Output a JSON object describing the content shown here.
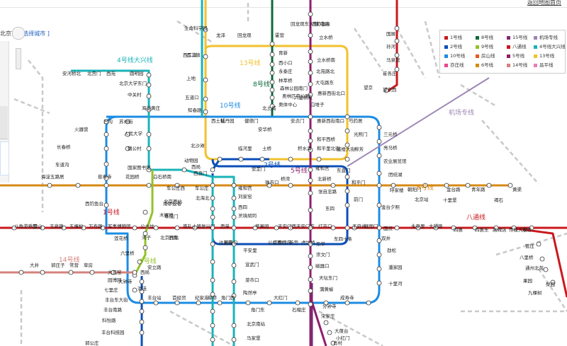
{
  "header": {
    "back_link": "返回地图首页"
  },
  "city": {
    "name": "北京市",
    "switch_label": "[ 选择城市 ]"
  },
  "colors": {
    "line1": "#c8191e",
    "line2": "#0c4fb8",
    "line4": "#1ab3b8",
    "line5": "#8f1e6c",
    "line6": "#d68a16",
    "line8": "#0a6b3a",
    "line9": "#94c22a",
    "line10": "#1c8ce3",
    "line13": "#f2c12e",
    "line14": "#d4837d",
    "line15": "#7a2b73",
    "airport": "#9c86b5",
    "batong": "#c8191e",
    "disabled": "#c9c9c9"
  },
  "line_labels": [
    {
      "text": "4号线大兴线",
      "color": "#1ab3b8"
    },
    {
      "text": "13号线",
      "color": "#f2c12e"
    },
    {
      "text": "8号线",
      "color": "#0a6b3a"
    },
    {
      "text": "10号线",
      "color": "#1c8ce3"
    },
    {
      "text": "2号线",
      "color": "#0c4fb8"
    },
    {
      "text": "5号线",
      "color": "#8f1e6c"
    },
    {
      "text": "1号线",
      "color": "#c8191e"
    },
    {
      "text": "9号线",
      "color": "#94c22a"
    },
    {
      "text": "14号线",
      "color": "#d4837d"
    },
    {
      "text": "6号线",
      "color": "#d68a16"
    },
    {
      "text": "八通线",
      "color": "#c8191e"
    },
    {
      "text": "机场专线",
      "color": "#9c86b5"
    }
  ],
  "stations": [
    "生命科学园",
    "龙泽",
    "回龙观",
    "回龙观东大街",
    "霍营",
    "大屯路",
    "立水桥",
    "国展",
    "孙河",
    "马泉营",
    "崔各庄",
    "望京",
    "望京西",
    "西二旗",
    "上地",
    "五道口",
    "知春路",
    "安河桥北",
    "北宫门",
    "西苑",
    "圆明园",
    "北京大学东门",
    "中关村",
    "海淀黄庄",
    "巴沟",
    "苏州街",
    "人民大学",
    "魏公村",
    "国家图书馆",
    "动物园",
    "西直门",
    "车公庄",
    "车公庄西",
    "白石桥南",
    "花园桥",
    "慈寿寺",
    "西钓鱼台",
    "海淀五路居",
    "长春桥",
    "火器营",
    "车道沟",
    "西二旗",
    "育新",
    "西小口",
    "永泰庄",
    "林萃桥",
    "森林公园南门",
    "奥林匹克公园",
    "奥体中心",
    "北土城",
    "健德门",
    "牡丹园",
    "西土城",
    "安华桥",
    "安贞门",
    "惠新西街南口",
    "芍药居",
    "光熙门",
    "柳芳",
    "东直门",
    "三元桥",
    "亮马桥",
    "农业展览馆",
    "团结湖",
    "呼家楼",
    "金台夕照",
    "国贸",
    "双井",
    "劲松",
    "潘家园",
    "十里河",
    "分钟寺",
    "成寿寺",
    "宋家庄",
    "石榴庄",
    "大红门",
    "角门东",
    "角门西",
    "草桥",
    "纪家庙",
    "首经贸",
    "丰台站",
    "泥洼",
    "西局",
    "六里桥",
    "莲花桥",
    "公主坟",
    "西钓鱼台",
    "立水桥南",
    "北苑路北",
    "大屯路东",
    "惠新西街北口",
    "和平西桥",
    "和平里北街",
    "雍和宫",
    "北新桥",
    "张自忠路",
    "东四",
    "灯市口",
    "东单",
    "崇文门",
    "磁器口",
    "天坛东门",
    "蒲黄榆",
    "刘家窑",
    "西四",
    "灵境胡同",
    "西单",
    "复兴门",
    "南礼士路",
    "木樨地",
    "军事博物馆",
    "万寿路",
    "五棵松",
    "玉泉路",
    "八宝山",
    "八角游乐园",
    "苹果园",
    "天安门西",
    "天安门东",
    "王府井",
    "建国门",
    "永安里",
    "大望路",
    "四惠",
    "四惠东",
    "高碑店",
    "传媒大学",
    "双桥",
    "管庄",
    "八里桥",
    "通州北苑",
    "果园",
    "九棵树",
    "梨园",
    "临河里",
    "土桥",
    "积水潭",
    "鼓楼大街",
    "安定门",
    "雍和宫",
    "新街口",
    "平安里",
    "宣武门",
    "菜市口",
    "陶然亭",
    "北京南站",
    "马家堡",
    "公益西桥",
    "新宫",
    "和平门",
    "前门",
    "东四十条",
    "朝阳门",
    "北京站",
    "金台路",
    "十里堡",
    "青年路",
    "褐石",
    "黄渠",
    "常营",
    "草房",
    "郭庄子",
    "大井",
    "大瓦窑",
    "园博园",
    "七里庄",
    "丰台东大街",
    "丰台南路",
    "科怡路",
    "丰台科技园",
    "郭公庄",
    "大葆台",
    "小红门",
    "肖村",
    "旧宫",
    "北京西站",
    "湾子",
    "达官营",
    "广安门内",
    "虎坊桥",
    "珠市口",
    "桥湾",
    "北海北",
    "南锣鼓巷",
    "阜成门",
    "北京西站",
    "六里桥东",
    "白堆子",
    "安立路",
    "北沙滩",
    "西局",
    "大钟寺",
    "西直门",
    "大瓦窑"
  ],
  "legend": {
    "items": [
      {
        "label": "1号线",
        "color": "#c8191e"
      },
      {
        "label": "8号线",
        "color": "#0a6b3a"
      },
      {
        "label": "15号线",
        "color": "#7a2b73"
      },
      {
        "label": "机场专线",
        "color": "#9c86b5"
      },
      {
        "label": "2号线",
        "color": "#0c4fb8"
      },
      {
        "label": "9号线",
        "color": "#94c22a"
      },
      {
        "label": "八通线",
        "color": "#c8191e"
      },
      {
        "label": "4号线大兴线",
        "color": "#1ab3b8"
      },
      {
        "label": "10号线",
        "color": "#1c8ce3"
      },
      {
        "label": "房山线",
        "color": "#e8561e"
      },
      {
        "label": "5号线",
        "color": "#8f1e6c"
      },
      {
        "label": "13号线",
        "color": "#f2c12e"
      },
      {
        "label": "亦庄线",
        "color": "#e8468f"
      },
      {
        "label": "6号线",
        "color": "#d68a16"
      },
      {
        "label": "14号线",
        "color": "#d4837d"
      },
      {
        "label": "昌平线",
        "color": "#e87fb3"
      }
    ]
  }
}
